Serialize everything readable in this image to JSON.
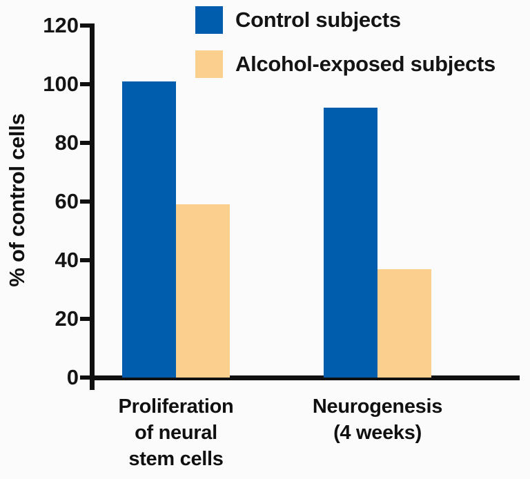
{
  "chart_data": {
    "type": "bar",
    "title": "",
    "xlabel": "",
    "ylabel": "% of control cells",
    "ylim": [
      0,
      120
    ],
    "ytick_step": 20,
    "grid": false,
    "legend_position": "top-center",
    "background_color": "#fcfbfb",
    "axis_color": "#101010",
    "categories": [
      "Proliferation\nof neural\nstem cells",
      "Neurogenesis\n(4 weeks)"
    ],
    "series": [
      {
        "name": "Control subjects",
        "color": "#005dae",
        "values": [
          101,
          92
        ]
      },
      {
        "name": "Alcohol-exposed subjects",
        "color": "#fbd08e",
        "values": [
          59,
          37
        ]
      }
    ]
  }
}
